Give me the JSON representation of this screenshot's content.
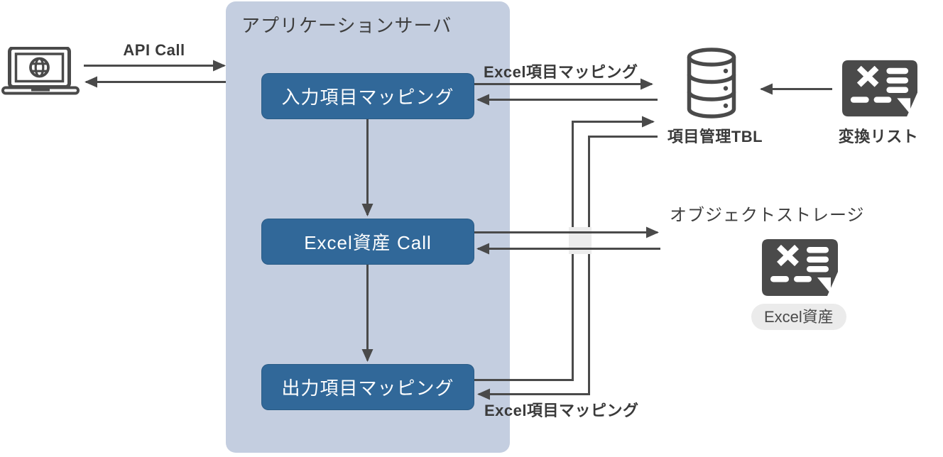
{
  "client": {
    "api_call_label": "API Call"
  },
  "app_server": {
    "title": "アプリケーションサーバ",
    "boxes": [
      {
        "label": "入力項目マッピング"
      },
      {
        "label": "Excel資産 Call"
      },
      {
        "label": "出力項目マッピング"
      }
    ]
  },
  "database": {
    "label": "項目管理TBL",
    "mapping_label_top": "Excel項目マッピング",
    "mapping_label_bottom": "Excel項目マッピング"
  },
  "conversion_list": {
    "label": "変換リスト"
  },
  "object_storage": {
    "title": "オブジェクトストレージ",
    "file_label": "Excel資産"
  },
  "icons": {
    "client": "laptop-globe-icon",
    "database": "database-cylinder-icon",
    "conversion_list": "excel-file-icon",
    "object_storage_file": "excel-file-icon"
  },
  "colors": {
    "canvas_bg": "#ffffff",
    "app_server_bg": "#c4cee0",
    "process_box": "#316899",
    "process_box_text": "#ffffff",
    "connector": "#4a4a4a",
    "text": "#3f3f3f",
    "pill_bg": "#ebebeb",
    "crossing_patch": "#ececec"
  }
}
